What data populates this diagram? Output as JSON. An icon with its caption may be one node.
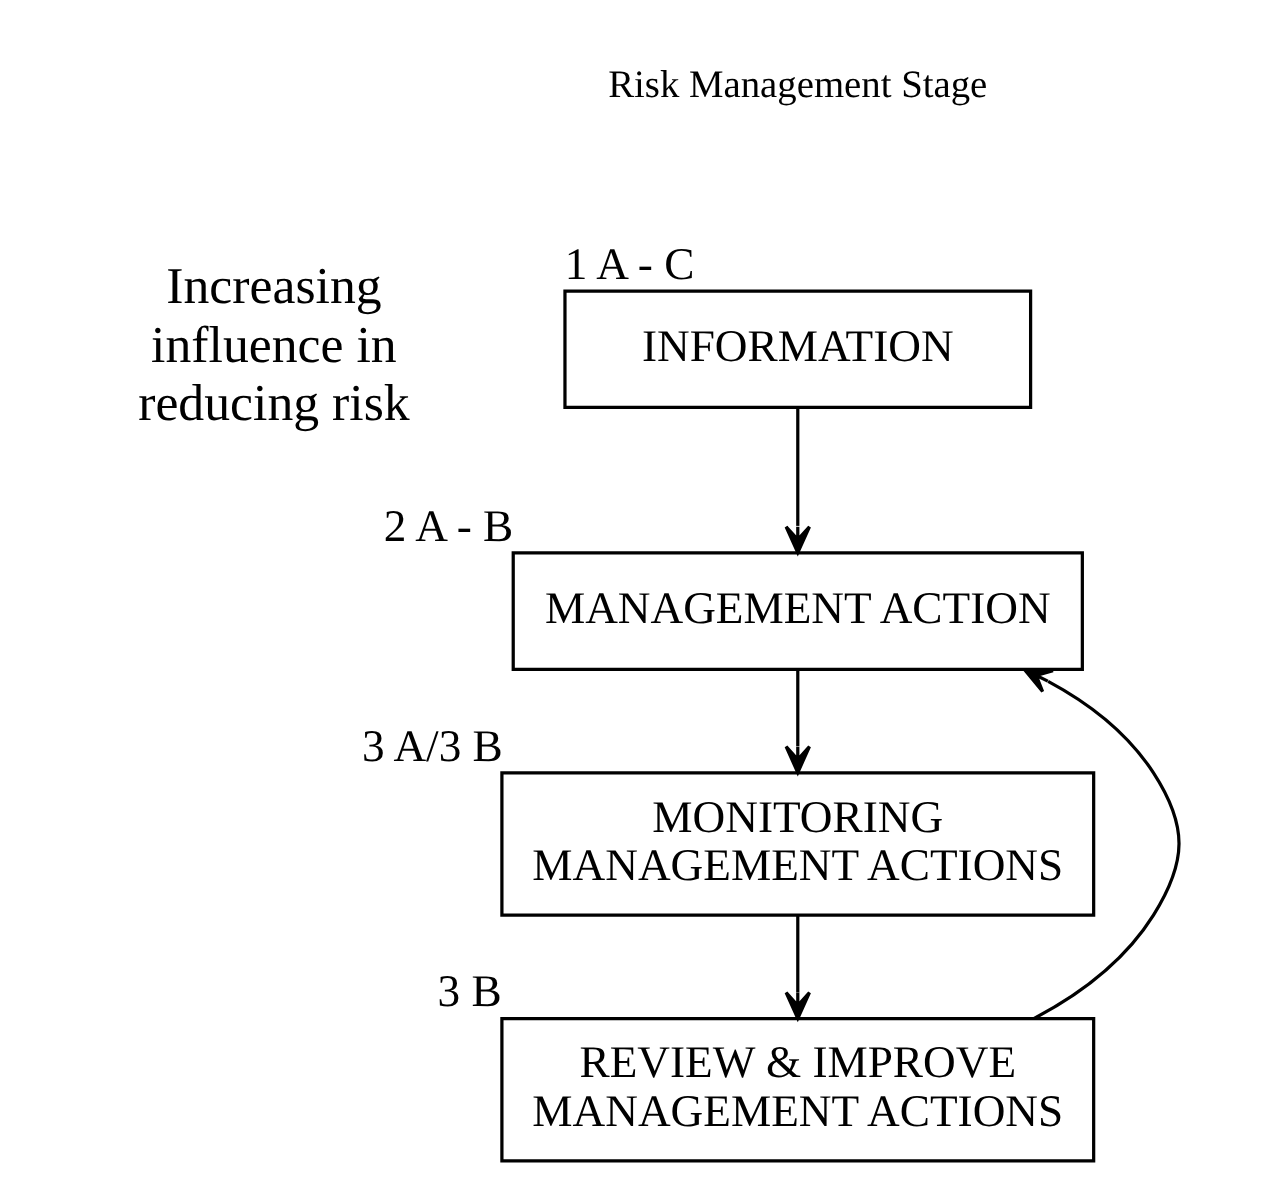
{
  "diagram": {
    "nodes": [
      {
        "text": [
          "INFORMATION"
        ],
        "beside": [
          "1 A - C"
        ]
      },
      {
        "text": [
          "MANAGEMENT ACTION"
        ],
        "beside": [
          "2 A - B"
        ]
      },
      {
        "text": [
          "MONITORING MANAGEMENT ACTIONS"
        ],
        "beside": [
          "3 A/3 B"
        ]
      },
      {
        "text": [
          "REVIEW & IMPROVE MANAGEMENT ACTIONS"
        ],
        "beside": [
          "3 B"
        ]
      }
    ],
    "edges": [
      {
        "from": 0,
        "to": 1,
        "arrow": "to"
      },
      {
        "from": 1,
        "to": 2,
        "arrow": "to"
      },
      {
        "from": 2,
        "to": 3,
        "arrow": "to"
      },
      {
        "from": 3,
        "to": 1,
        "arrow": "to"
      }
    ],
    "labels": [
      "Risk Management Stage",
      "Increasing influence in reducing risk"
    ]
  }
}
